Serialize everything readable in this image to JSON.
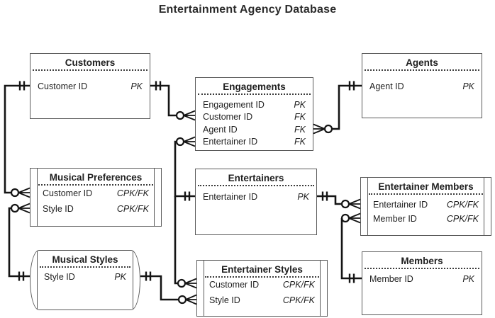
{
  "title": "Entertainment Agency Database",
  "colors": {
    "background": "#ffffff",
    "line": "#141414",
    "box_border": "#5a5a5a",
    "text": "#1f1f1f"
  },
  "tables": [
    {
      "id": "customers",
      "title": "Customers",
      "fields": [
        {
          "name": "Customer ID",
          "key": "PK"
        }
      ]
    },
    {
      "id": "engagements",
      "title": "Engagements",
      "fields": [
        {
          "name": "Engagement ID",
          "key": "PK"
        },
        {
          "name": "Customer ID",
          "key": "FK"
        },
        {
          "name": "Agent ID",
          "key": "FK"
        },
        {
          "name": "Entertainer ID",
          "key": "FK"
        }
      ]
    },
    {
      "id": "agents",
      "title": "Agents",
      "fields": [
        {
          "name": "Agent ID",
          "key": "PK"
        }
      ]
    },
    {
      "id": "musical_preferences",
      "title": "Musical Preferences",
      "fields": [
        {
          "name": "Customer ID",
          "key": "CPK/FK"
        },
        {
          "name": "Style ID",
          "key": "CPK/FK"
        }
      ]
    },
    {
      "id": "entertainers",
      "title": "Entertainers",
      "fields": [
        {
          "name": "Entertainer ID",
          "key": "PK"
        }
      ]
    },
    {
      "id": "entertainer_members",
      "title": "Entertainer Members",
      "fields": [
        {
          "name": "Entertainer ID",
          "key": "CPK/FK"
        },
        {
          "name": "Member ID",
          "key": "CPK/FK"
        }
      ]
    },
    {
      "id": "musical_styles",
      "title": "Musical Styles",
      "fields": [
        {
          "name": "Style ID",
          "key": "PK"
        }
      ]
    },
    {
      "id": "entertainer_styles",
      "title": "Entertainer Styles",
      "fields": [
        {
          "name": "Customer ID",
          "key": "CPK/FK"
        },
        {
          "name": "Style ID",
          "key": "CPK/FK"
        }
      ]
    },
    {
      "id": "members",
      "title": "Members",
      "fields": [
        {
          "name": "Member ID",
          "key": "PK"
        }
      ]
    }
  ],
  "relationships": [
    {
      "from": "Customers",
      "to": "Engagements",
      "via": "Customer ID",
      "from_cardinality": "one-and-only-one",
      "to_cardinality": "zero-or-many"
    },
    {
      "from": "Agents",
      "to": "Engagements",
      "via": "Agent ID",
      "from_cardinality": "one-and-only-one",
      "to_cardinality": "zero-or-many"
    },
    {
      "from": "Entertainers",
      "to": "Engagements",
      "via": "Entertainer ID",
      "from_cardinality": "one-and-only-one",
      "to_cardinality": "zero-or-many"
    },
    {
      "from": "Customers",
      "to": "Musical Preferences",
      "via": "Customer ID",
      "from_cardinality": "one-and-only-one",
      "to_cardinality": "zero-or-many"
    },
    {
      "from": "Musical Styles",
      "to": "Musical Preferences",
      "via": "Style ID",
      "from_cardinality": "one-and-only-one",
      "to_cardinality": "zero-or-many"
    },
    {
      "from": "Entertainers",
      "to": "Entertainer Styles",
      "via": "Customer ID",
      "from_cardinality": "one-and-only-one",
      "to_cardinality": "zero-or-many"
    },
    {
      "from": "Musical Styles",
      "to": "Entertainer Styles",
      "via": "Style ID",
      "from_cardinality": "one-and-only-one",
      "to_cardinality": "zero-or-many"
    },
    {
      "from": "Entertainers",
      "to": "Entertainer Members",
      "via": "Entertainer ID",
      "from_cardinality": "one-and-only-one",
      "to_cardinality": "zero-or-many"
    },
    {
      "from": "Members",
      "to": "Entertainer Members",
      "via": "Member ID",
      "from_cardinality": "one-and-only-one",
      "to_cardinality": "zero-or-many"
    }
  ]
}
